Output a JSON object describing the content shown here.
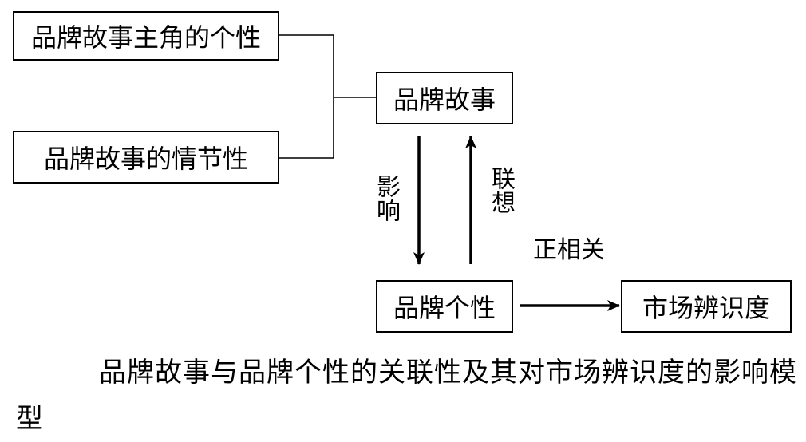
{
  "nodes": {
    "protagonist_personality": "品牌故事主角的个性",
    "story_plot": "品牌故事的情节性",
    "brand_story": "品牌故事",
    "brand_personality": "品牌个性",
    "market_recognition": "市场辨识度"
  },
  "edges": {
    "influence": "影响",
    "association": "联想",
    "positive_correlation": "正相关"
  },
  "caption": "品牌故事与品牌个性的关联性及其对市场辨识度的影响模型"
}
